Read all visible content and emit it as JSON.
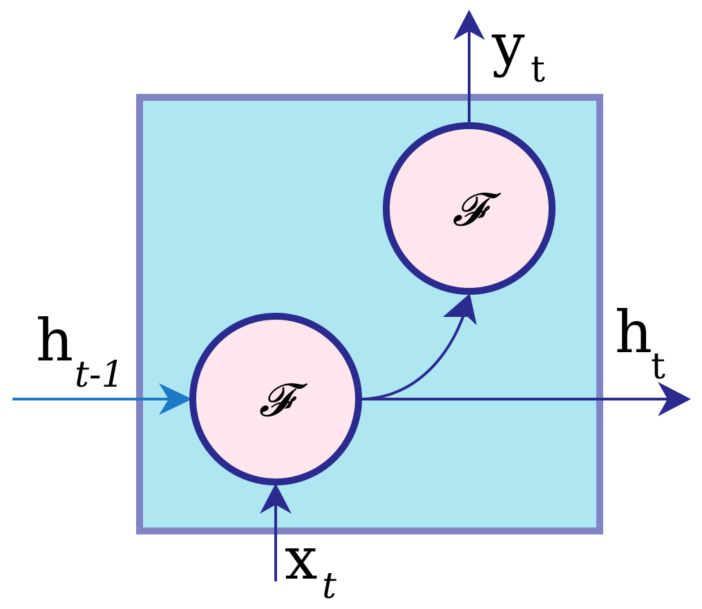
{
  "diagram": {
    "colors": {
      "cell_fill": "#aee6f2",
      "cell_border": "#8083c4",
      "node_fill": "#fde6ec",
      "node_border": "#2b2a8f",
      "arrow_dark": "#2b2a8f",
      "arrow_light": "#1e78c8"
    },
    "nodes": {
      "bottom": {
        "symbol": "𝓕"
      },
      "top": {
        "symbol": "𝓕"
      }
    },
    "labels": {
      "h_prev": {
        "main": "h",
        "sub": "t-1"
      },
      "h_out": {
        "main": "h",
        "sub": "t"
      },
      "y_out": {
        "main": "y",
        "sub": "t"
      },
      "x_in": {
        "main": "x",
        "sub": "t"
      }
    }
  }
}
